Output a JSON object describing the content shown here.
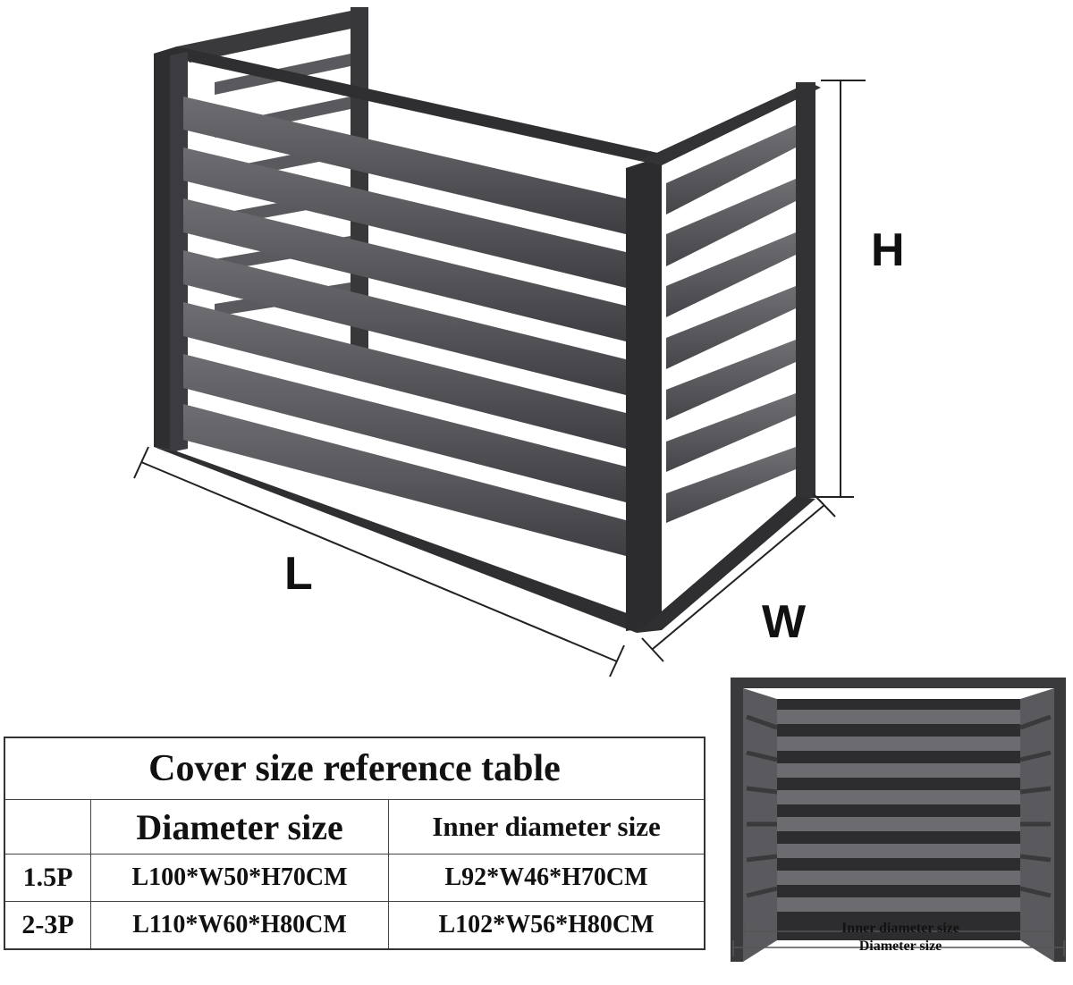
{
  "dimensions": {
    "height": "H",
    "length": "L",
    "width": "W"
  },
  "table": {
    "title": "Cover size reference table",
    "headers": [
      "",
      "Diameter size",
      "Inner diameter size"
    ],
    "rows": [
      {
        "model": "1.5P",
        "diameter": "L100*W50*H70CM",
        "inner": "L92*W46*H70CM"
      },
      {
        "model": "2-3P",
        "diameter": "L110*W60*H80CM",
        "inner": "L102*W56*H80CM"
      }
    ]
  },
  "thumbnail": {
    "inner_label": "Inner diameter size",
    "outer_label": "Diameter size"
  },
  "colors": {
    "frame": "#3a3a3c",
    "slat": "#5c5c60",
    "slat_light": "#7a7a7e",
    "background": "#ffffff"
  }
}
